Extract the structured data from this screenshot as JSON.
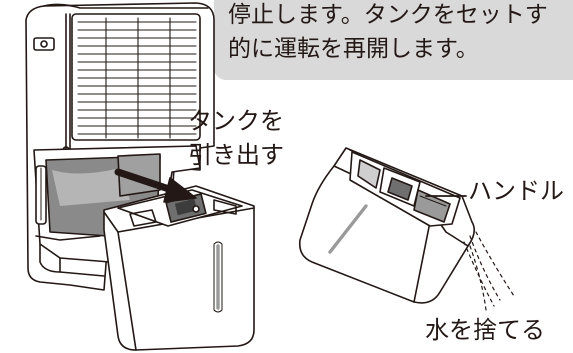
{
  "note": {
    "line1": "停止します。タンクをセットす",
    "line2": "的に運転を再開します。"
  },
  "labels": {
    "pull_tank_line1": "タンクを",
    "pull_tank_line2": "引き出す",
    "handle": "ハンドル",
    "discard_water": "水を捨てる"
  }
}
